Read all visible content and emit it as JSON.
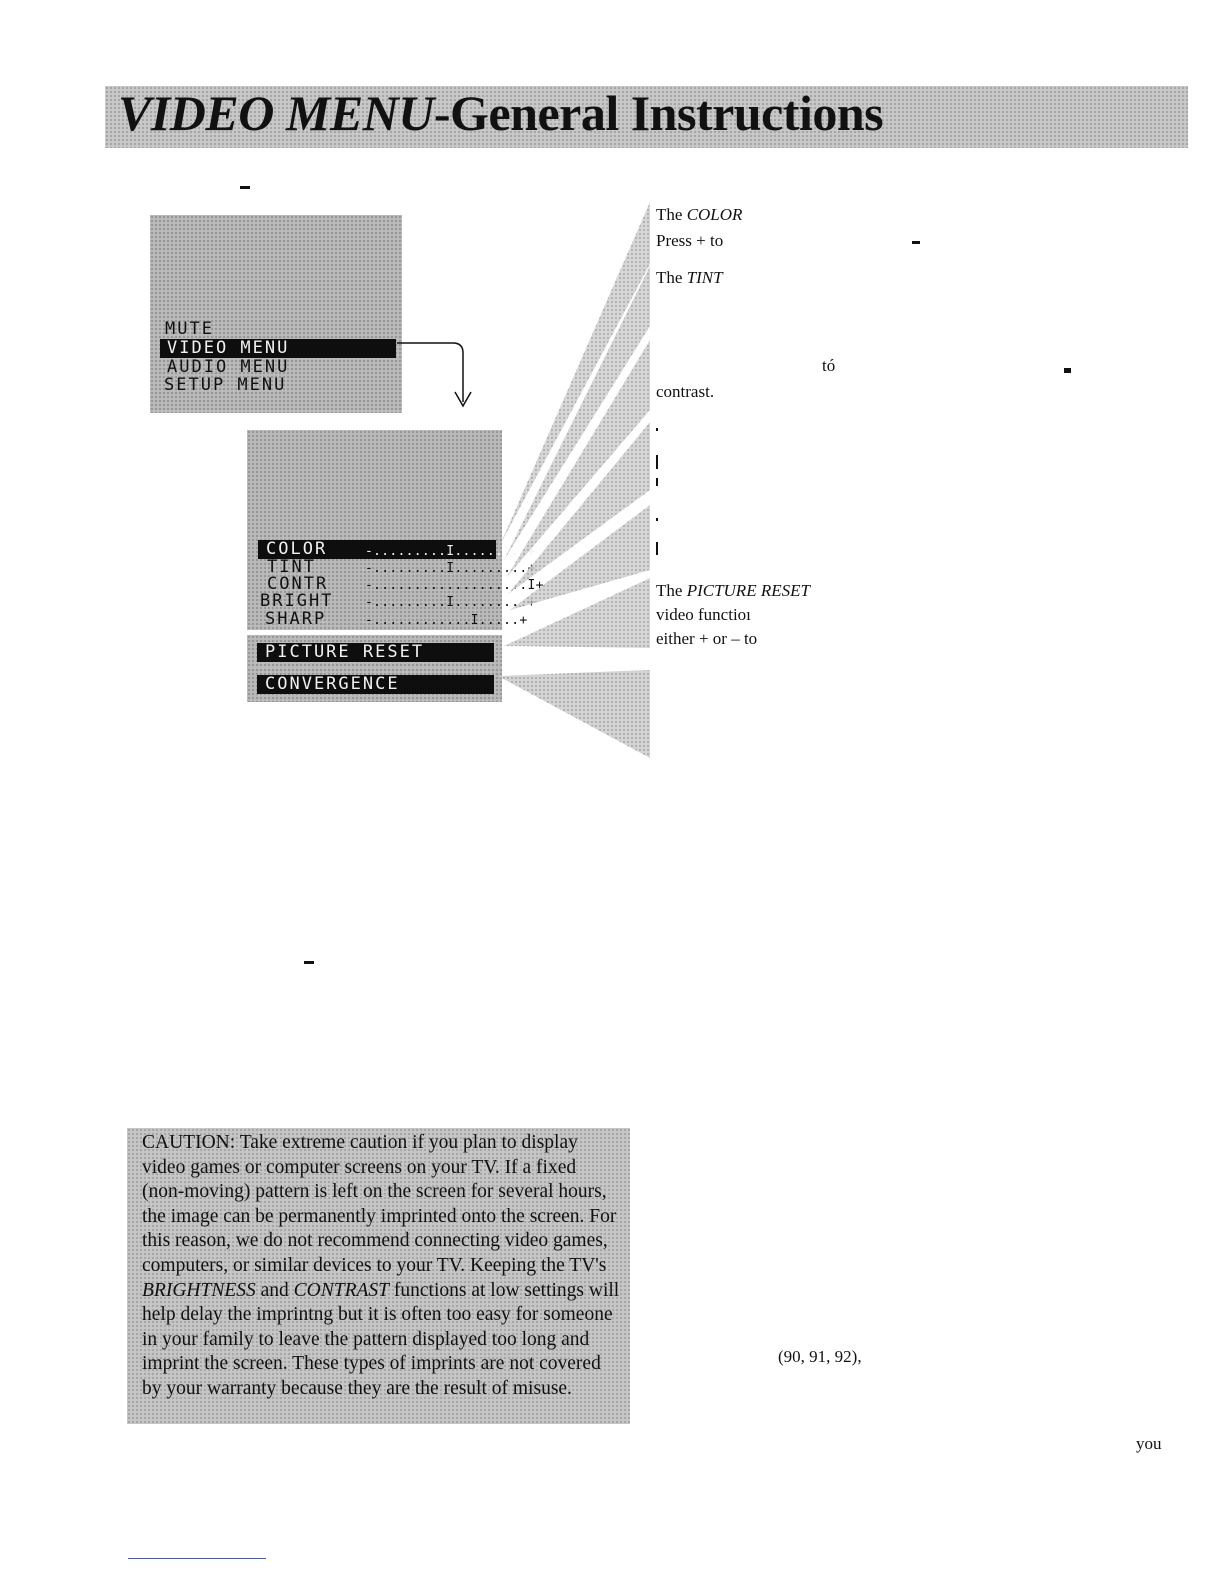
{
  "banner": {
    "title_italic": "VIDEO MENU",
    "title_rest": "-General Instructions"
  },
  "main_menu": {
    "items": [
      "MUTE",
      "VIDEO MENU",
      "AUDIO MENU",
      "SETUP MENU"
    ],
    "selected_index": 1
  },
  "video_menu": {
    "adjustments": [
      {
        "label": "COLOR",
        "bar": "-.........I.........+",
        "level": 0.5
      },
      {
        "label": "TINT",
        "bar": "-.........I.........+",
        "level": 0.5
      },
      {
        "label": "CONTR",
        "bar": "-...................I+",
        "level": 0.95
      },
      {
        "label": "BRIGHT",
        "bar": "-.........I.........+",
        "level": 0.5
      },
      {
        "label": "SHARP",
        "bar": "-............I.....+",
        "level": 0.7
      }
    ],
    "selected_index": 0,
    "picture_reset": "PICTURE RESET",
    "convergence": "CONVERGENCE"
  },
  "descriptions": {
    "color_prefix": "The ",
    "color_name": "COLOR",
    "color_line2": "Press + to",
    "tint_prefix": "The ",
    "tint_name": "TINT",
    "contrast_frag": "tó",
    "contrast_word": "contrast.",
    "reset_prefix": "The ",
    "reset_name": "PICTURE RESET",
    "reset_line2": "video functioı",
    "reset_line3": "either + or – to"
  },
  "caution": {
    "heading": "CAUTION:",
    "text_1": " Take extreme caution if you plan to display video games or computer screens on your TV. If a fixed (non-moving) pattern is left on the screen for several hours, the image can be permanently imprinted onto the screen. For this reason, we do not recommend connecting video games, computers, or similar devices to your TV. Keeping the TV's ",
    "brightness": "BRIGHTNESS",
    "and": " and ",
    "contrast": "CONTRAST",
    "text_2": " functions at low settings will help delay the imprintng but it is often too easy for someone in your family to leave the pattern displayed too long and imprint the screen. These types of imprints are not covered by your warranty because they are the result of misuse."
  },
  "right_fragments": {
    "refs": "(90, 91, 92),",
    "you": "you"
  }
}
